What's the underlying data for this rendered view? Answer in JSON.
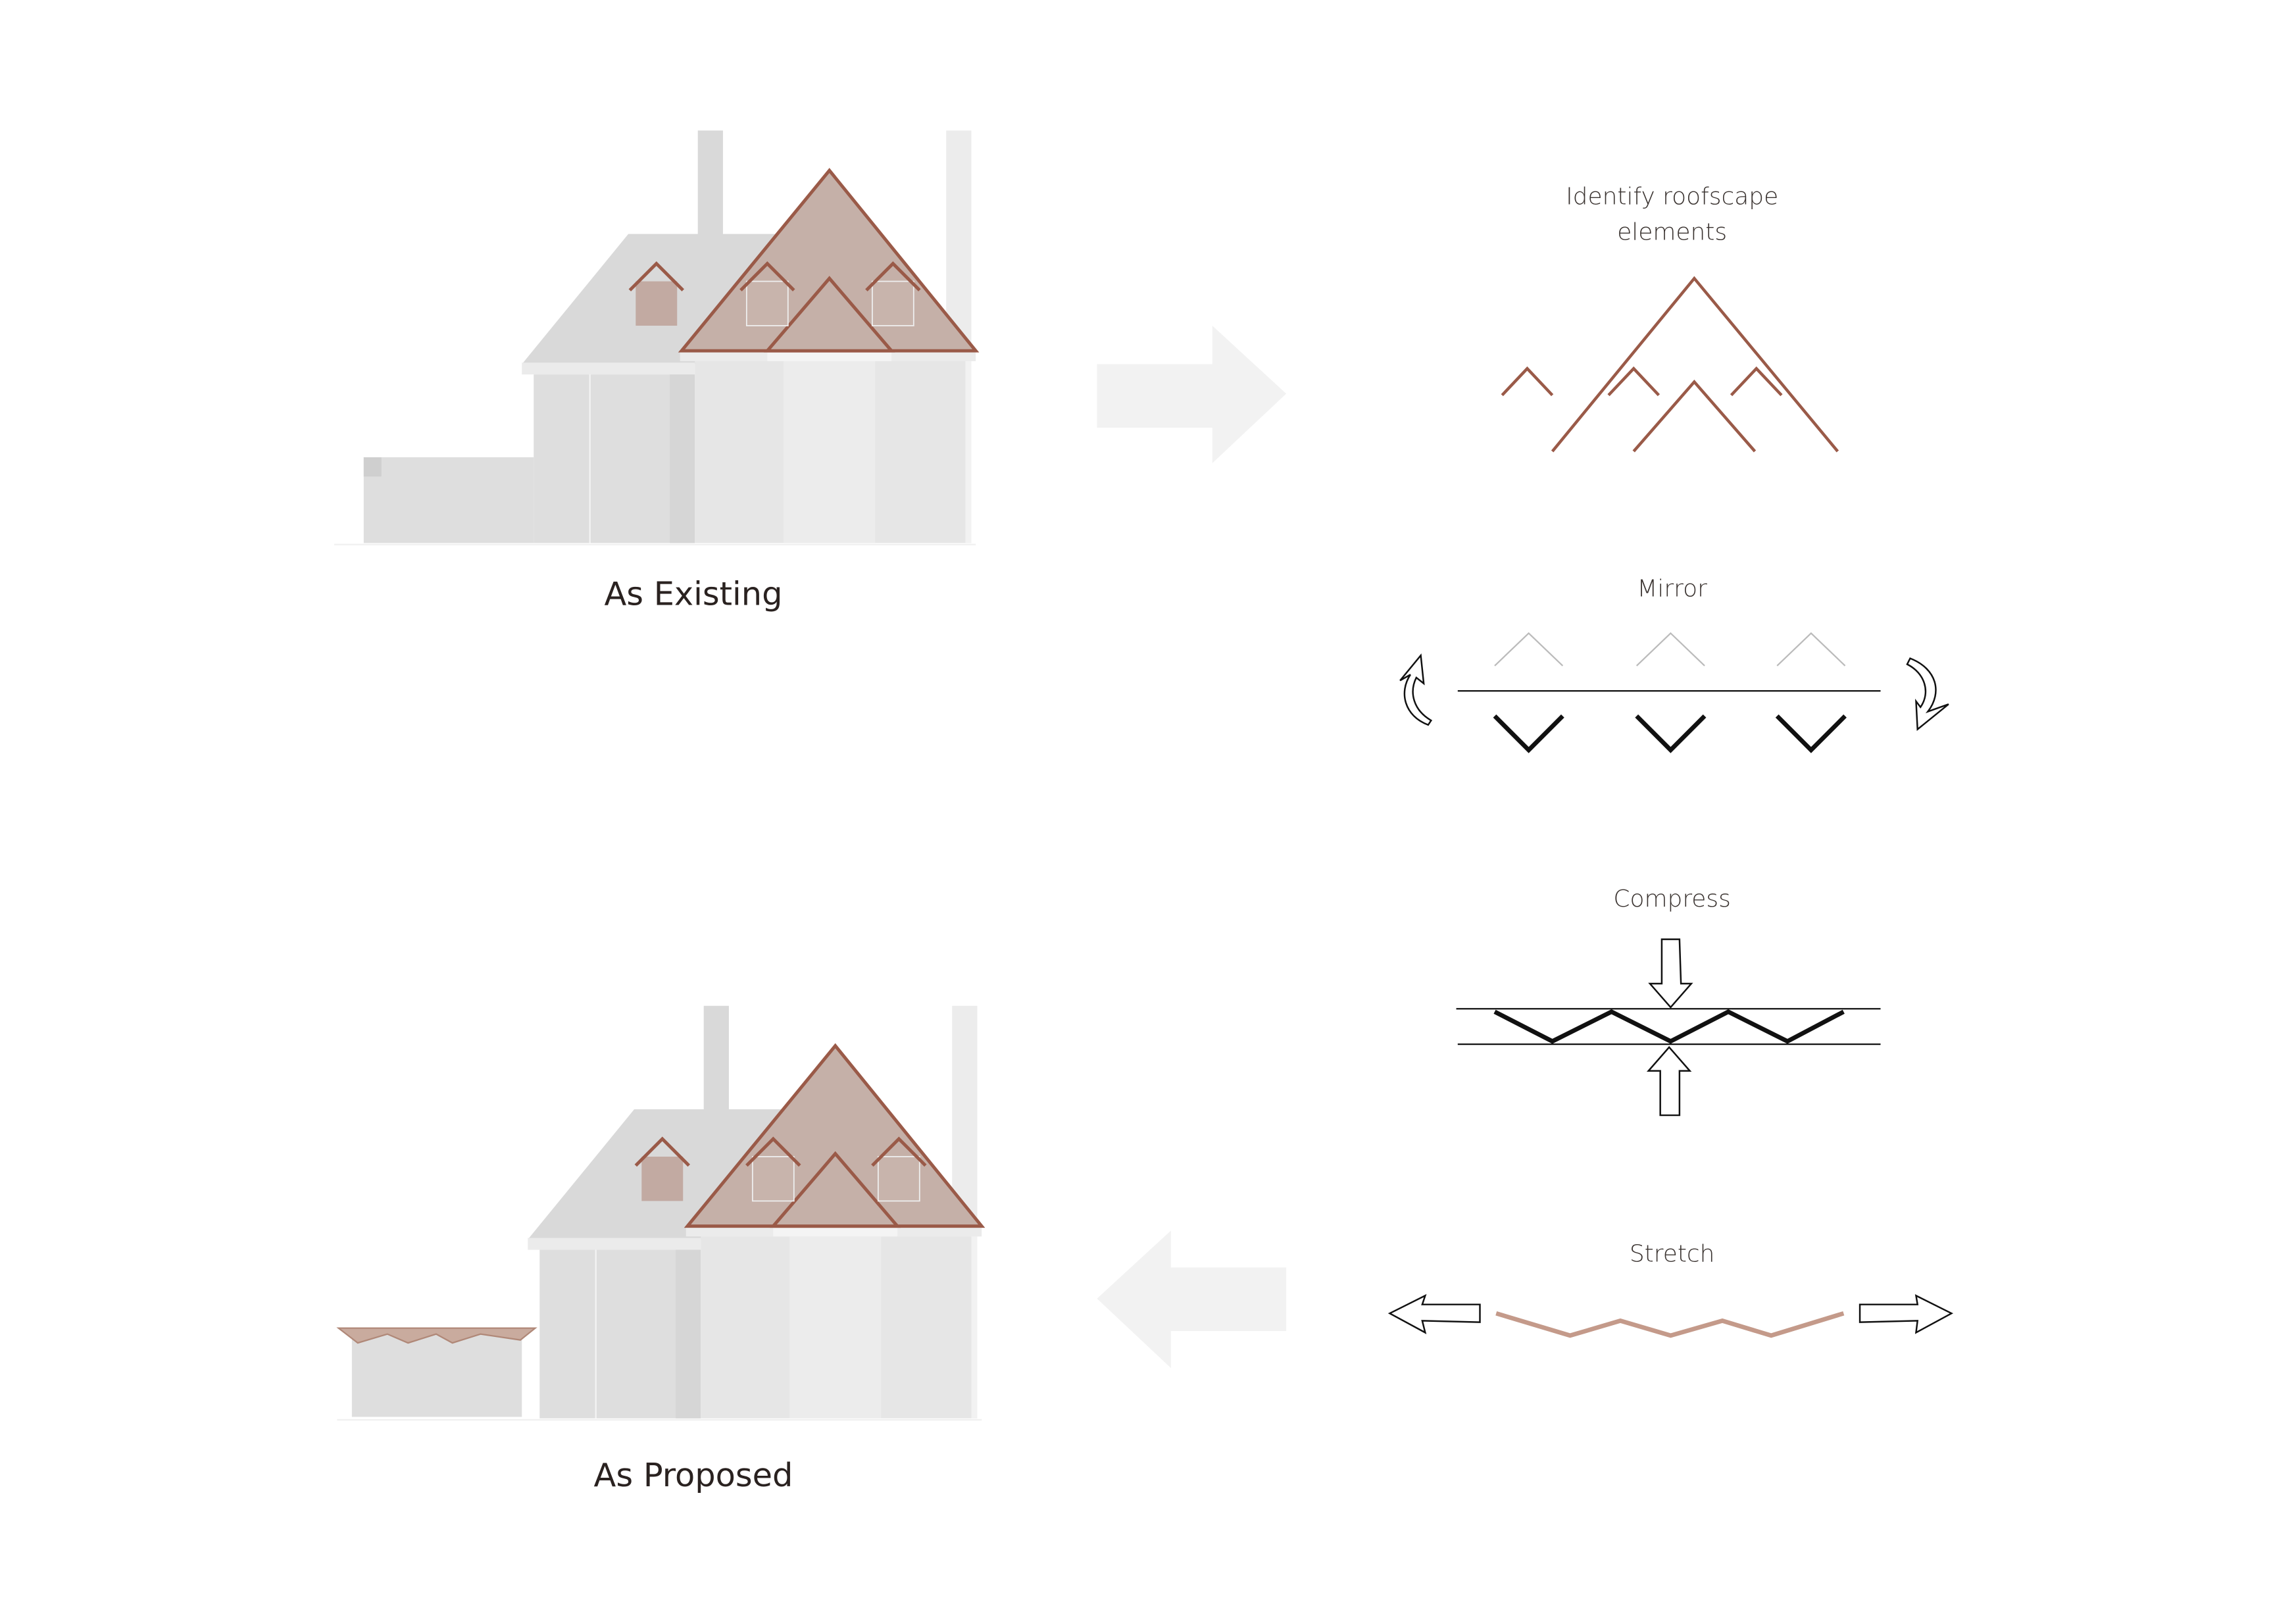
{
  "labels": {
    "existing": "As Existing",
    "proposed": "As Proposed"
  },
  "steps": {
    "identify_line1": "Identify roofscape",
    "identify_line2": "elements",
    "mirror": "Mirror",
    "compress": "Compress",
    "stretch": "Stretch"
  },
  "colors": {
    "roof_accent": "#9a5a48",
    "roof_fill": "#c5b0a8",
    "stretch_line": "#c49a8a",
    "process_arrow": "#f2f2f2"
  }
}
